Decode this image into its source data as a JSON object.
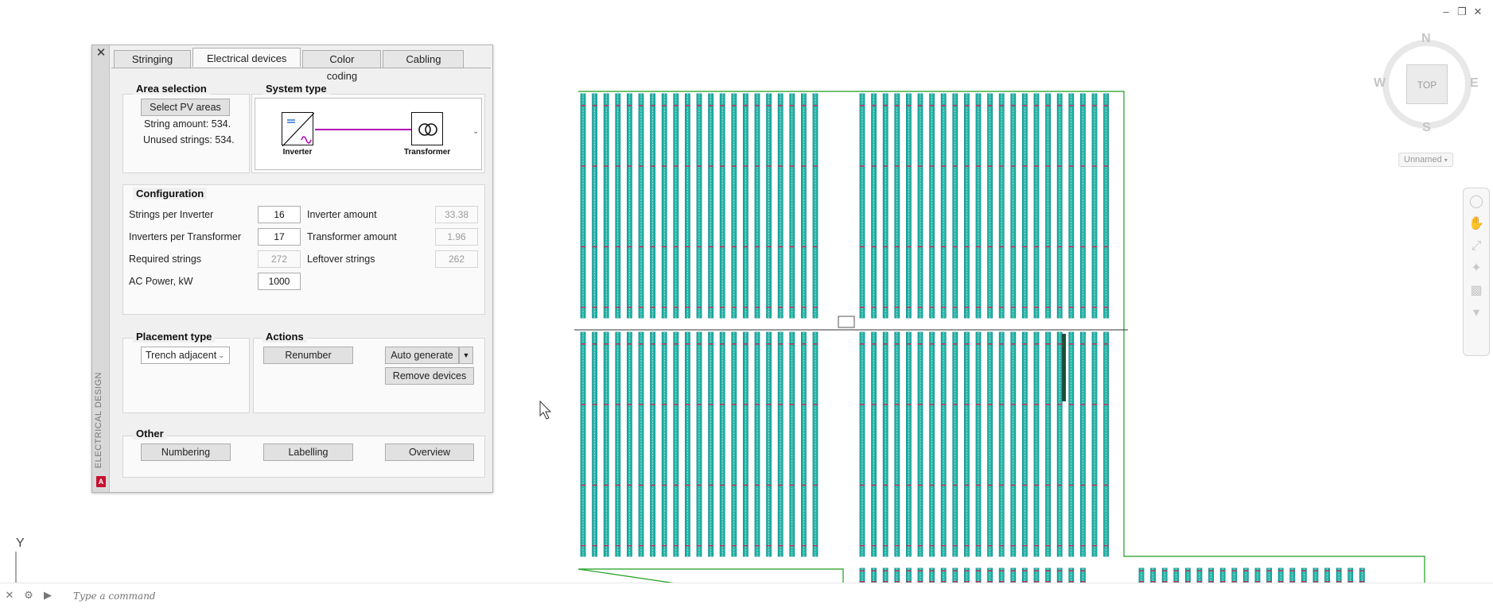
{
  "window_controls": [
    "minimize-icon",
    "restore-icon",
    "close-icon"
  ],
  "panel": {
    "side_label": "ELECTRICAL DESIGN",
    "logo_text": "A",
    "tabs": [
      {
        "label": "Stringing",
        "active": false
      },
      {
        "label": "Electrical devices",
        "active": true
      },
      {
        "label": "Color coding",
        "active": false
      },
      {
        "label": "Cabling",
        "active": false
      }
    ],
    "area_selection": {
      "title": "Area selection",
      "button": "Select PV areas",
      "string_amount": "String amount: 534.",
      "unused_strings": "Unused strings: 534."
    },
    "system_type": {
      "title": "System type",
      "device_left": "Inverter",
      "device_right": "Transformer",
      "link_color": "#b400b4"
    },
    "configuration": {
      "title": "Configuration",
      "strings_per_inverter_label": "Strings per Inverter",
      "strings_per_inverter": "16",
      "inverter_amount_label": "Inverter amount",
      "inverter_amount": "33.38",
      "inverters_per_transformer_label": "Inverters per Transformer",
      "inverters_per_transformer": "17",
      "transformer_amount_label": "Transformer amount",
      "transformer_amount": "1.96",
      "required_strings_label": "Required strings",
      "required_strings": "272",
      "leftover_strings_label": "Leftover strings",
      "leftover_strings": "262",
      "ac_power_label": "AC Power, kW",
      "ac_power": "1000"
    },
    "placement_type": {
      "title": "Placement type",
      "value": "Trench adjacent"
    },
    "actions": {
      "title": "Actions",
      "renumber": "Renumber",
      "auto_generate": "Auto generate",
      "remove_devices": "Remove devices"
    },
    "other": {
      "title": "Other",
      "numbering": "Numbering",
      "labelling": "Labelling",
      "overview": "Overview"
    }
  },
  "viewcube": {
    "north": "N",
    "south": "S",
    "east": "E",
    "west": "W",
    "face": "TOP",
    "named_view": "Unnamed"
  },
  "ucs": {
    "y_label": "Y"
  },
  "command_line": {
    "placeholder": "Type a command"
  },
  "colors": {
    "boundary": "#1e9e1e",
    "module_row": "#0a8c8c",
    "module_fill": "#25b3a6",
    "marker": "#c0305a"
  }
}
